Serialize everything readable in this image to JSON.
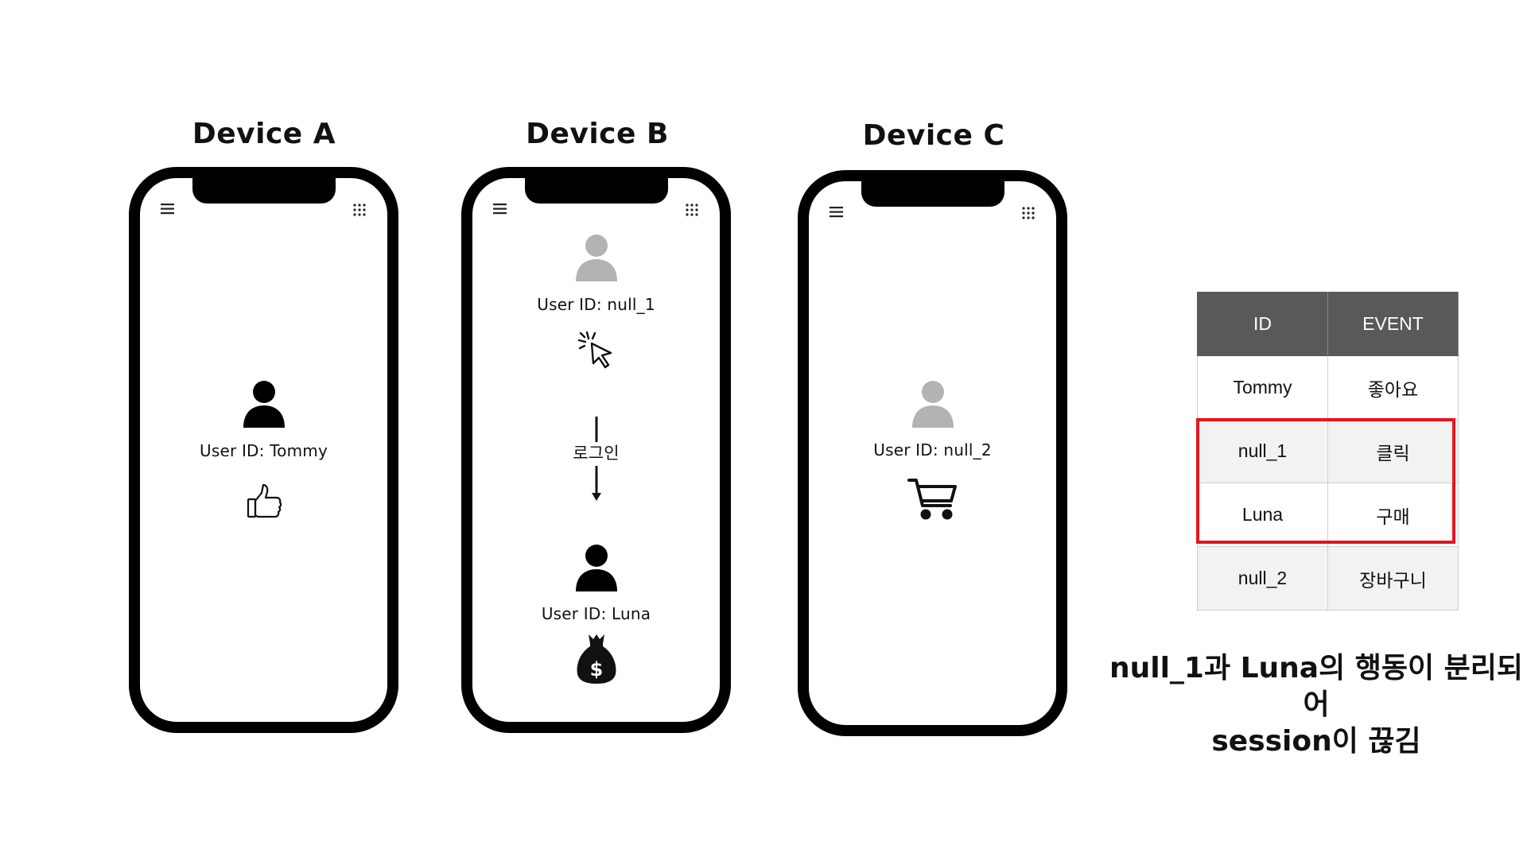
{
  "devices": [
    {
      "title": "Device A",
      "user_label": "User ID: Tommy"
    },
    {
      "title": "Device B",
      "user_label_top": "User ID: null_1",
      "login_label": "로그인",
      "user_label_bottom": "User ID: Luna"
    },
    {
      "title": "Device C",
      "user_label": "User ID: null_2"
    }
  ],
  "icons": {
    "menu": "hamburger-menu-icon",
    "apps": "app-grid-icon",
    "device_a": [
      "user-icon",
      "thumbs-up-icon"
    ],
    "device_b": [
      "user-icon",
      "click-cursor-icon",
      "down-arrow-icon",
      "user-icon",
      "money-bag-icon"
    ],
    "device_c": [
      "user-icon",
      "shopping-cart-icon"
    ]
  },
  "colors": {
    "header_bg": "#595959",
    "highlight": "#e8141e",
    "guest_user": "#b3b3b3",
    "logged_user": "#000000"
  },
  "table": {
    "headers": [
      "ID",
      "EVENT"
    ],
    "rows": [
      {
        "id": "Tommy",
        "event": "좋아요"
      },
      {
        "id": "null_1",
        "event": "클릭"
      },
      {
        "id": "Luna",
        "event": "구매"
      },
      {
        "id": "null_2",
        "event": "장바구니"
      }
    ]
  },
  "caption": {
    "line1": "null_1과 Luna의 행동이 분리되어",
    "line2": "session이 끊김"
  }
}
